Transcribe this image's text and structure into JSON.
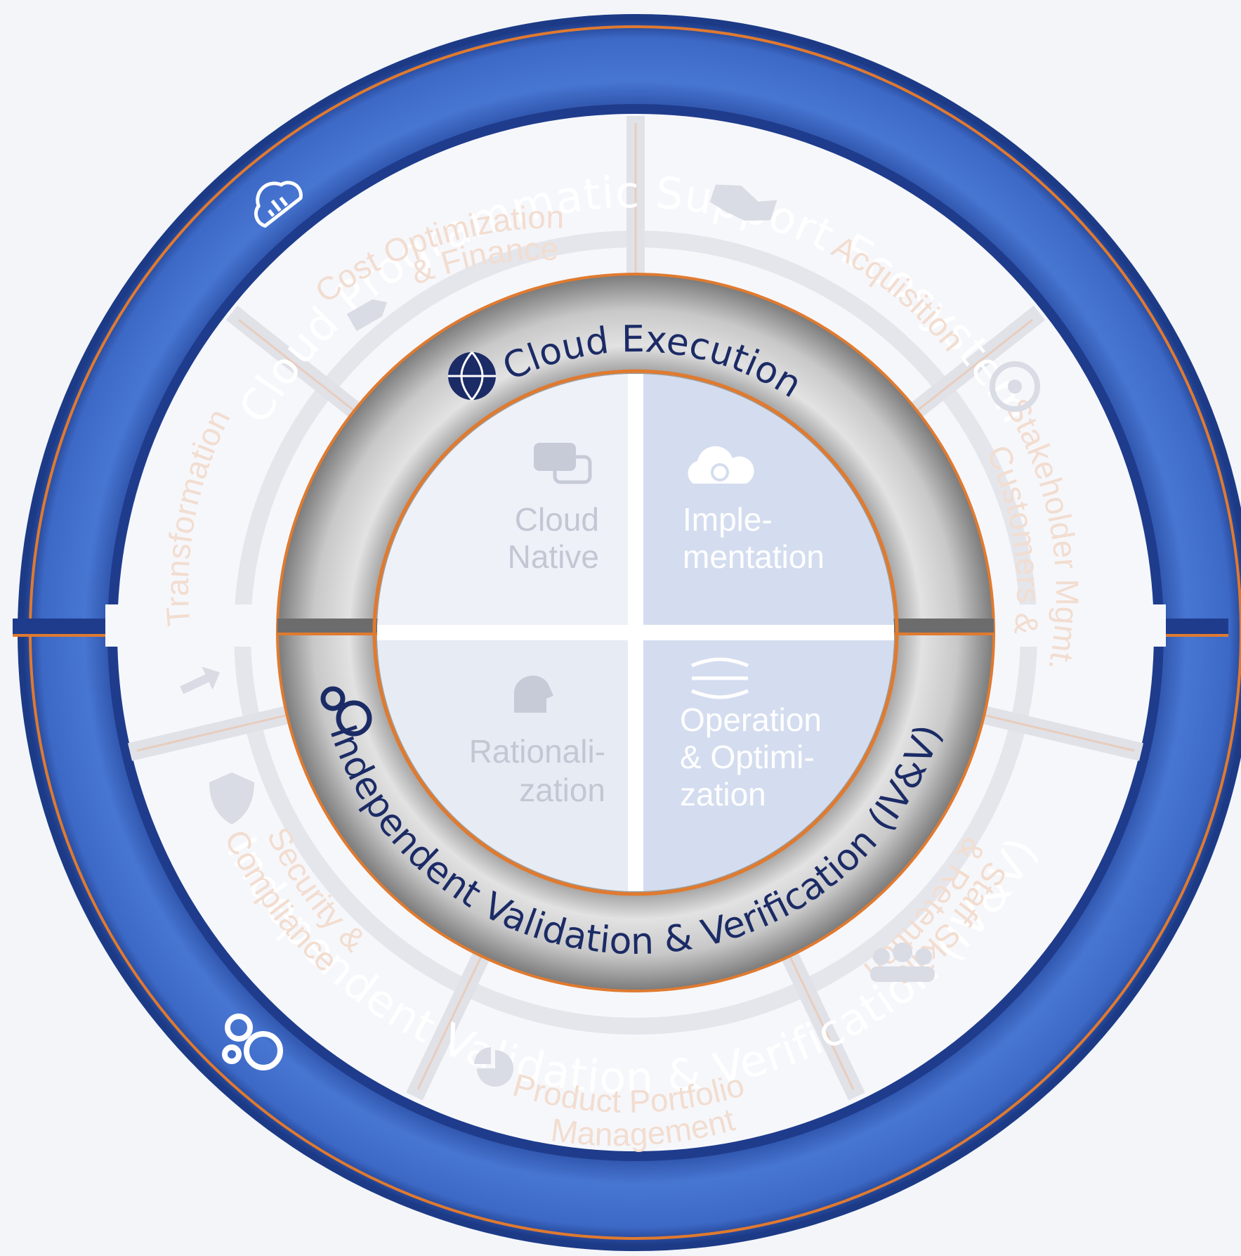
{
  "outer_ring": {
    "top_label": "Cloud Programmatic Support Ecosystem",
    "bottom_label": "Independent Validation & Verification (IV&V)",
    "top_icon": "cloud-analytics-icon",
    "bottom_icon": "gears-icon"
  },
  "segments": [
    {
      "lines": [
        "Cost Optimization",
        "& Finance"
      ],
      "icon": "price-tag-icon"
    },
    {
      "lines": [
        "Acquisition"
      ],
      "icon": "handshake-icon"
    },
    {
      "lines": [
        "Customers &",
        "Stakeholder Mgmt."
      ],
      "icon": "people-circle-icon"
    },
    {
      "lines": [
        "Staff Skills",
        "& Retention"
      ],
      "icon": "team-icon"
    },
    {
      "lines": [
        "Product Portfolio",
        "Management"
      ],
      "icon": "pie-chart-icon"
    },
    {
      "lines": [
        "Security &",
        "Compliance"
      ],
      "icon": "shield-lock-icon"
    },
    {
      "lines": [
        "Transformation"
      ],
      "icon": "swap-arrows-icon"
    }
  ],
  "middle_ring": {
    "top_label": "Cloud Execution",
    "bottom_label": "Independent Validation & Verification (IV&V)",
    "top_icon": "globe-network-icon",
    "bottom_icon": "gears-icon"
  },
  "quadrants": [
    {
      "line1": "Cloud",
      "line2": "Native",
      "icon": "chat-bubbles-icon"
    },
    {
      "line1": "Imple-",
      "line2": "mentation",
      "icon": "cloud-power-icon"
    },
    {
      "line1": "Rationali-",
      "line2": "zation",
      "icon": "digital-head-icon"
    },
    {
      "line1": "Operation",
      "line2": "& Optimi-",
      "line3": "zation",
      "icon": "flow-icon"
    }
  ],
  "colors": {
    "outer_blue": "#3f6cc9",
    "outer_blue_dark": "#26479c",
    "orange_accent": "#e07a2f",
    "silver": "#c4c4c4",
    "navy_text": "#1b2b66",
    "faded_text": "#f2ddd0",
    "quad_light": "#eef1f8",
    "quad_blue": "#d4ddef"
  }
}
